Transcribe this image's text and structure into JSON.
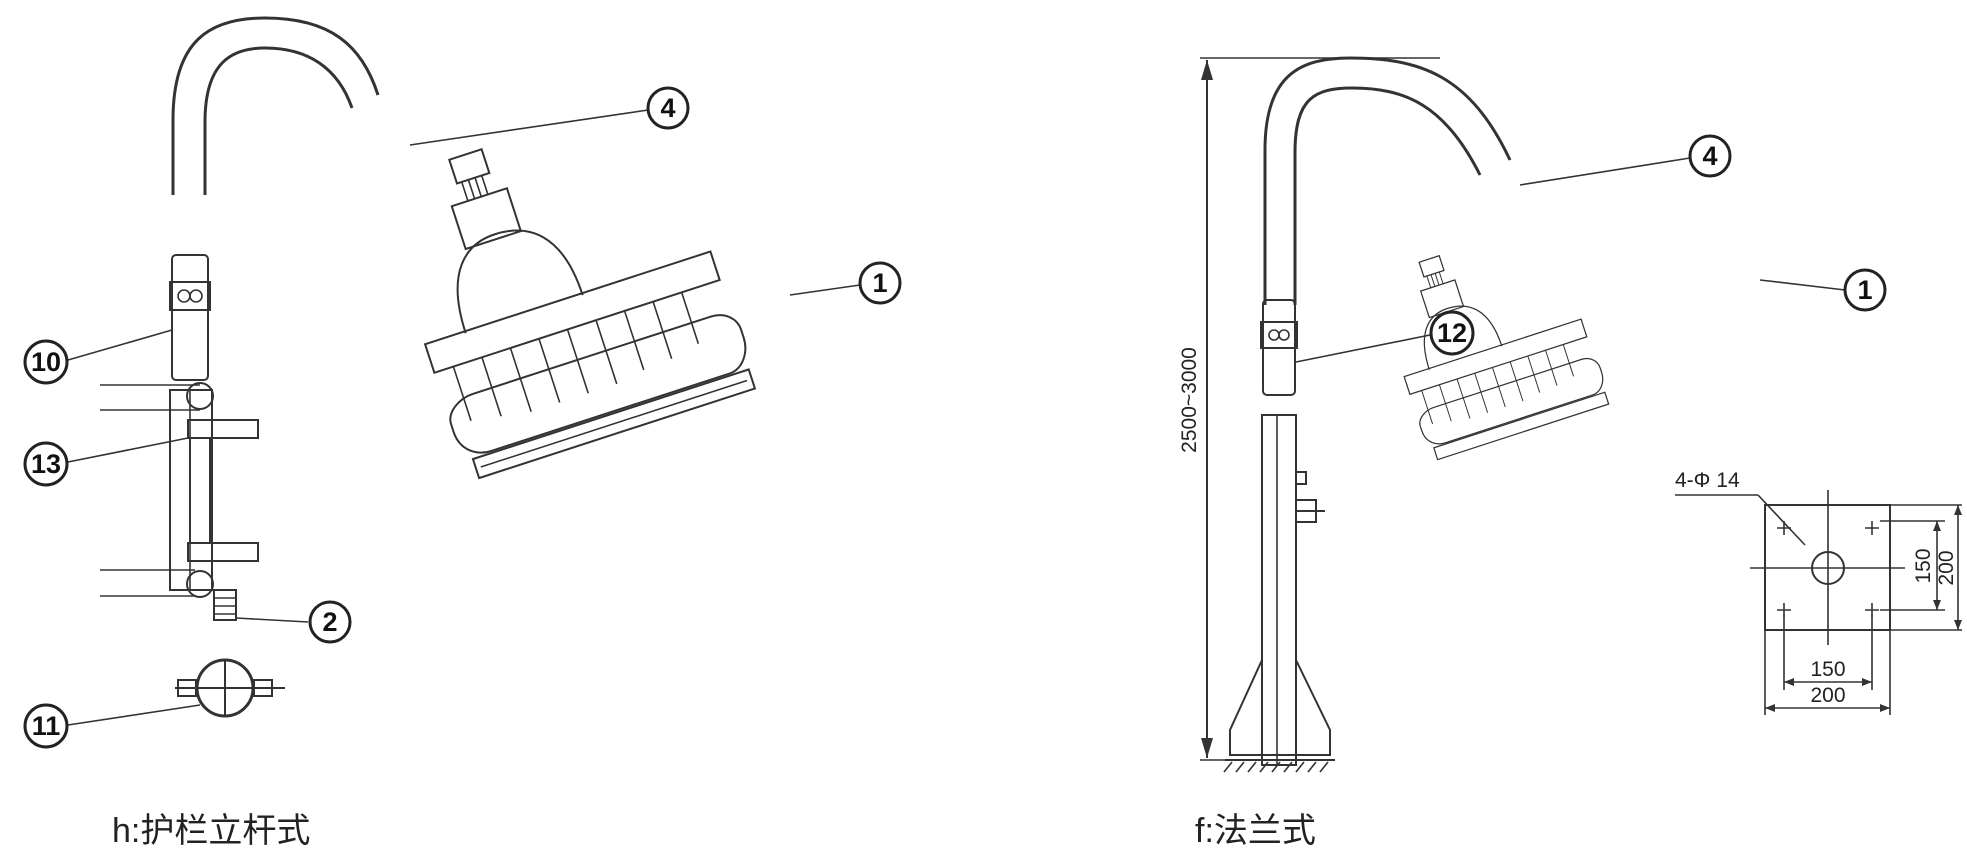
{
  "diagram": {
    "left_view": {
      "caption": "h:护栏立杆式",
      "callouts": [
        "4",
        "1",
        "10",
        "13",
        "2",
        "11"
      ]
    },
    "right_view": {
      "caption": "f:法兰式",
      "callouts": [
        "4",
        "1",
        "12"
      ],
      "height_dimension": "2500~3000"
    },
    "flange_detail": {
      "hole_spec": "4-Φ 14",
      "inner_width": "150",
      "outer_width": "200",
      "inner_height": "150",
      "outer_height": "200"
    }
  }
}
